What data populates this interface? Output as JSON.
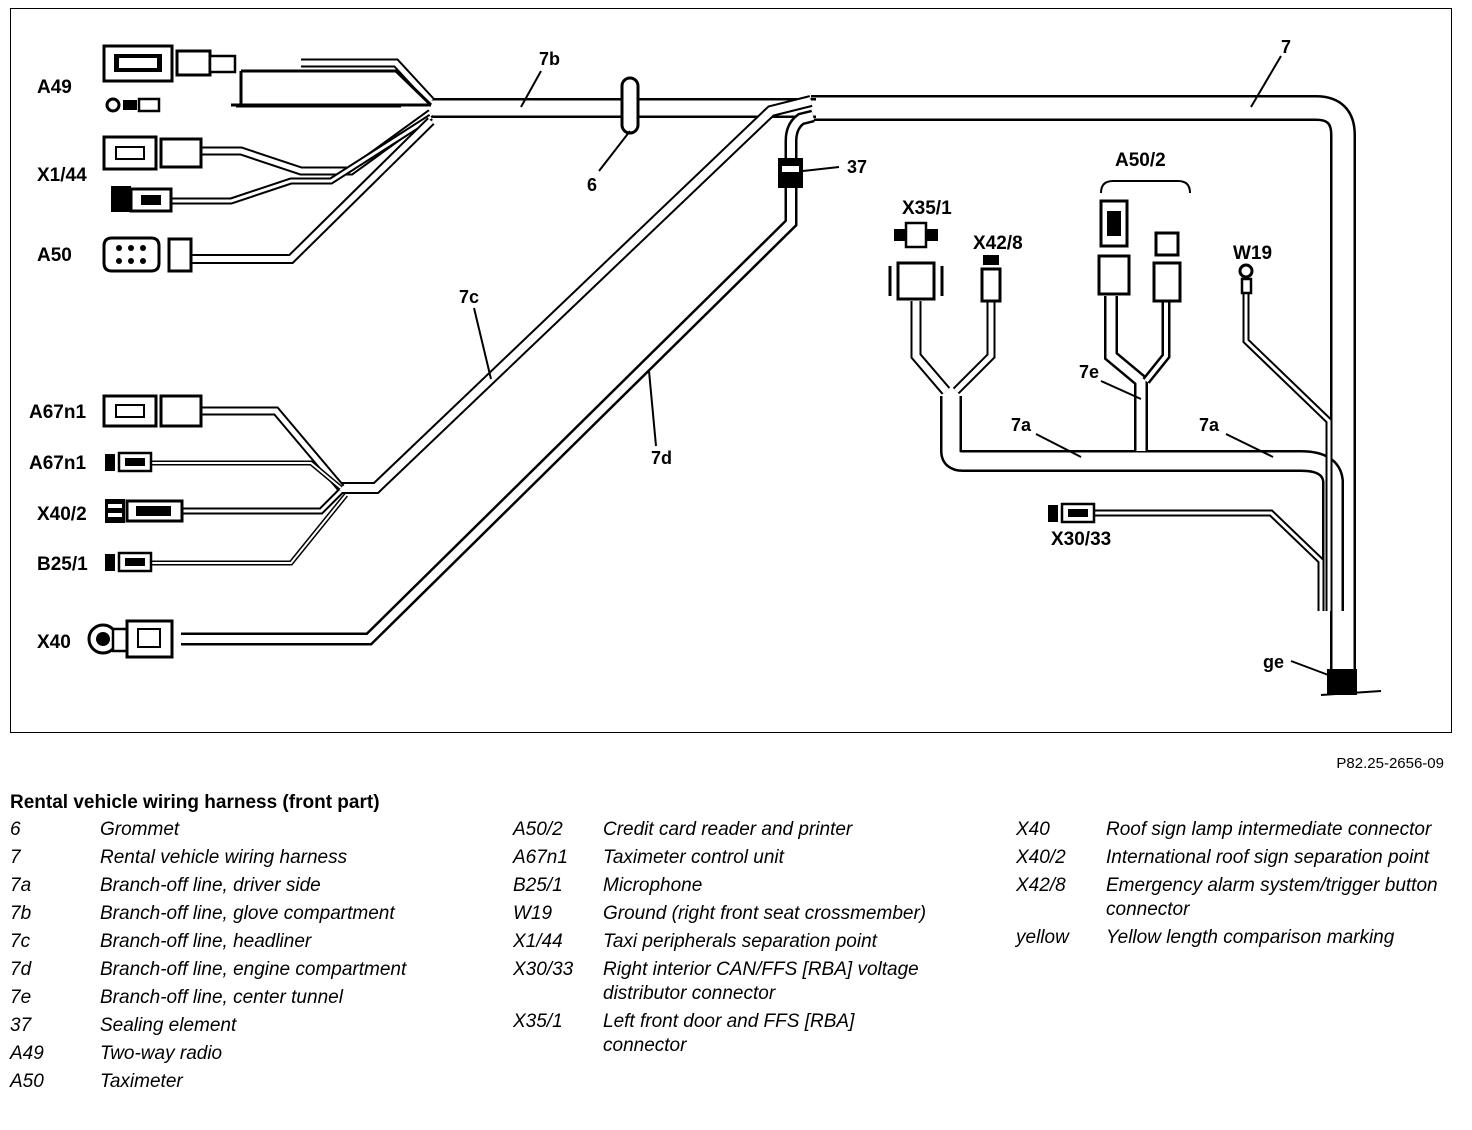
{
  "diagram": {
    "labels": {
      "a49": "A49",
      "x1_44": "X1/44",
      "a50": "A50",
      "a67n1_a": "A67n1",
      "a67n1_b": "A67n1",
      "x40_2": "X40/2",
      "b25_1": "B25/1",
      "x40": "X40",
      "n7b": "7b",
      "n7": "7",
      "n6": "6",
      "n37": "37",
      "x35_1": "X35/1",
      "x42_8": "X42/8",
      "a50_2": "A50/2",
      "w19": "W19",
      "n7c": "7c",
      "n7d": "7d",
      "n7e": "7e",
      "n7a_left": "7a",
      "n7a_right": "7a",
      "x30_33": "X30/33",
      "ge": "ge"
    },
    "colors": {
      "line": "#000000",
      "background": "#ffffff"
    }
  },
  "ref_code": "P82.25-2656-09",
  "caption": {
    "title": "Rental vehicle wiring harness (front part)",
    "columns": [
      [
        {
          "code": "6",
          "desc": "Grommet"
        },
        {
          "code": "7",
          "desc": "Rental vehicle wiring harness"
        },
        {
          "code": "7a",
          "desc": "Branch-off line, driver side"
        },
        {
          "code": "7b",
          "desc": "Branch-off line, glove compartment"
        },
        {
          "code": "7c",
          "desc": "Branch-off line, headliner"
        },
        {
          "code": "7d",
          "desc": "Branch-off line, engine compartment"
        },
        {
          "code": "7e",
          "desc": "Branch-off line, center tunnel"
        },
        {
          "code": "37",
          "desc": "Sealing element"
        },
        {
          "code": "A49",
          "desc": "Two-way radio"
        },
        {
          "code": "A50",
          "desc": "Taximeter"
        }
      ],
      [
        {
          "code": "A50/2",
          "desc": "Credit card reader and printer"
        },
        {
          "code": "A67n1",
          "desc": "Taximeter control unit"
        },
        {
          "code": "B25/1",
          "desc": "Microphone"
        },
        {
          "code": "W19",
          "desc": "Ground (right front seat crossmember)"
        },
        {
          "code": "X1/44",
          "desc": "Taxi peripherals separation point"
        },
        {
          "code": "X30/33",
          "desc": "Right interior CAN/FFS [RBA] voltage distributor connector"
        },
        {
          "code": "X35/1",
          "desc": "Left front door and FFS [RBA] connector"
        }
      ],
      [
        {
          "code": "X40",
          "desc": "Roof sign lamp intermediate connector"
        },
        {
          "code": "X40/2",
          "desc": "International roof sign separation point"
        },
        {
          "code": "X42/8",
          "desc": "Emergency alarm system/trigger button connector"
        },
        {
          "code": "yellow",
          "desc": "Yellow length comparison marking"
        }
      ]
    ]
  }
}
